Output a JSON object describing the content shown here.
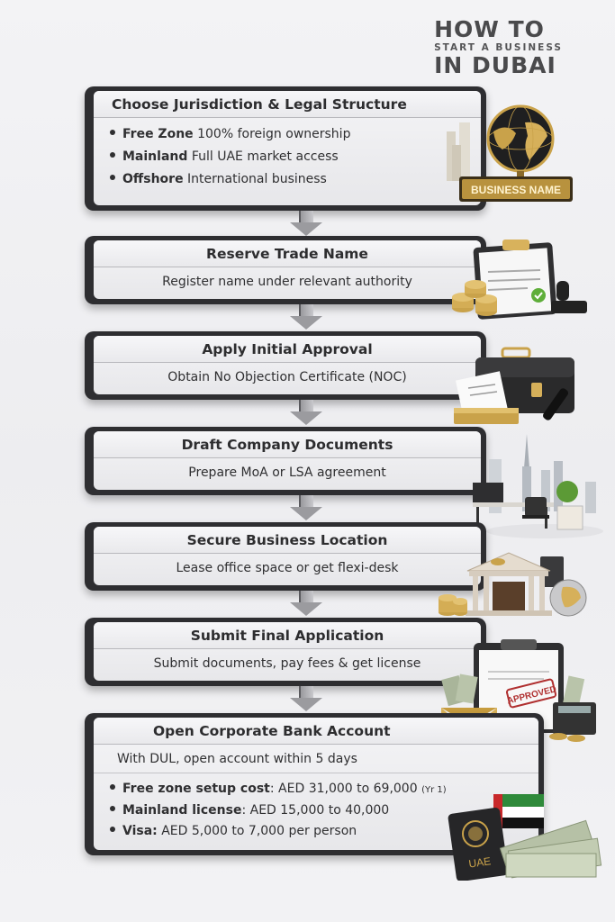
{
  "header": {
    "line1": "HOW TO",
    "line2": "START A BUSINESS",
    "line3": "IN DUBAI"
  },
  "steps": [
    {
      "title": "Choose Jurisdiction & Legal Structure",
      "bullets": [
        {
          "bold": "Free Zone",
          "text": " 100% foreign ownership"
        },
        {
          "bold": "Mainland",
          "text": " Full UAE market access"
        },
        {
          "bold": "Offshore",
          "text": " International business"
        }
      ],
      "illustration": "globe-trophy-icon",
      "illustration_label": "BUSINESS NAME"
    },
    {
      "title": "Reserve Trade Name",
      "subtitle": "Register name under relevant authority",
      "illustration": "clipboard-stamp-coins-icon"
    },
    {
      "title": "Apply Initial Approval",
      "subtitle": "Obtain No Objection Certificate (NOC)",
      "illustration": "briefcase-documents-pen-icon"
    },
    {
      "title": "Draft Company Documents",
      "subtitle": "Prepare MoA or LSA agreement",
      "illustration": "office-desk-skyline-icon"
    },
    {
      "title": "Secure Business Location",
      "subtitle": "Lease office space or get flexi-desk",
      "illustration": "bank-building-globe-icon"
    },
    {
      "title": "Submit Final Application",
      "subtitle": "Submit documents, pay fees & get license",
      "illustration": "approved-license-money-icon",
      "illustration_label": "APPROVED"
    },
    {
      "title": "Open Corporate Bank Account",
      "subtitle": "With DUL, open account within 5 days",
      "bullets": [
        {
          "bold": "Free zone setup cost",
          "text": ": AED 31,000 to 69,000 ",
          "small": "(Yr 1)"
        },
        {
          "bold": "Mainland license",
          "text": ": AED 15,000 to 40,000"
        },
        {
          "bold": "Visa:",
          "text": " AED 5,000 to 7,000 per person"
        }
      ],
      "illustration": "uae-passport-cash-icon",
      "illustration_label": "UAE"
    }
  ],
  "colors": {
    "card_frame": "#2e2e31",
    "card_fill": "#eeeef1",
    "text": "#2d2d2f",
    "gold": "#c9a24a",
    "background": "#f0f0f2"
  }
}
